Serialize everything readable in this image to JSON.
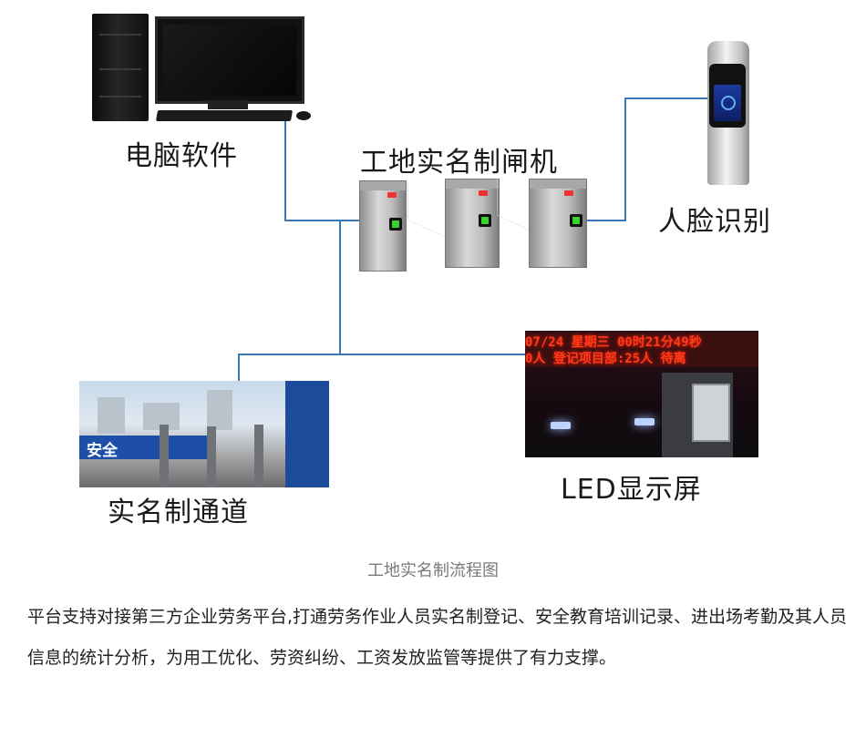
{
  "diagram": {
    "labels": {
      "computer": "电脑软件",
      "gate": "工地实名制闸机",
      "face": "人脸识别",
      "channel": "实名制通道",
      "led": "LED显示屏"
    },
    "photo_site_board_text": "安全",
    "led_screen_lines": [
      "07/24 星期三 00时21分49秒",
      "0人 登记项目部:25人 待离"
    ],
    "connector_color": "#3a78b8"
  },
  "caption": "工地实名制流程图",
  "paragraph": "平台支持对接第三方企业劳务平台,打通劳务作业人员实名制登记、安全教育培训记录、进出场考勤及其人员信息的统计分析，为用工优化、劳资纠纷、工资发放监管等提供了有力支撑。"
}
